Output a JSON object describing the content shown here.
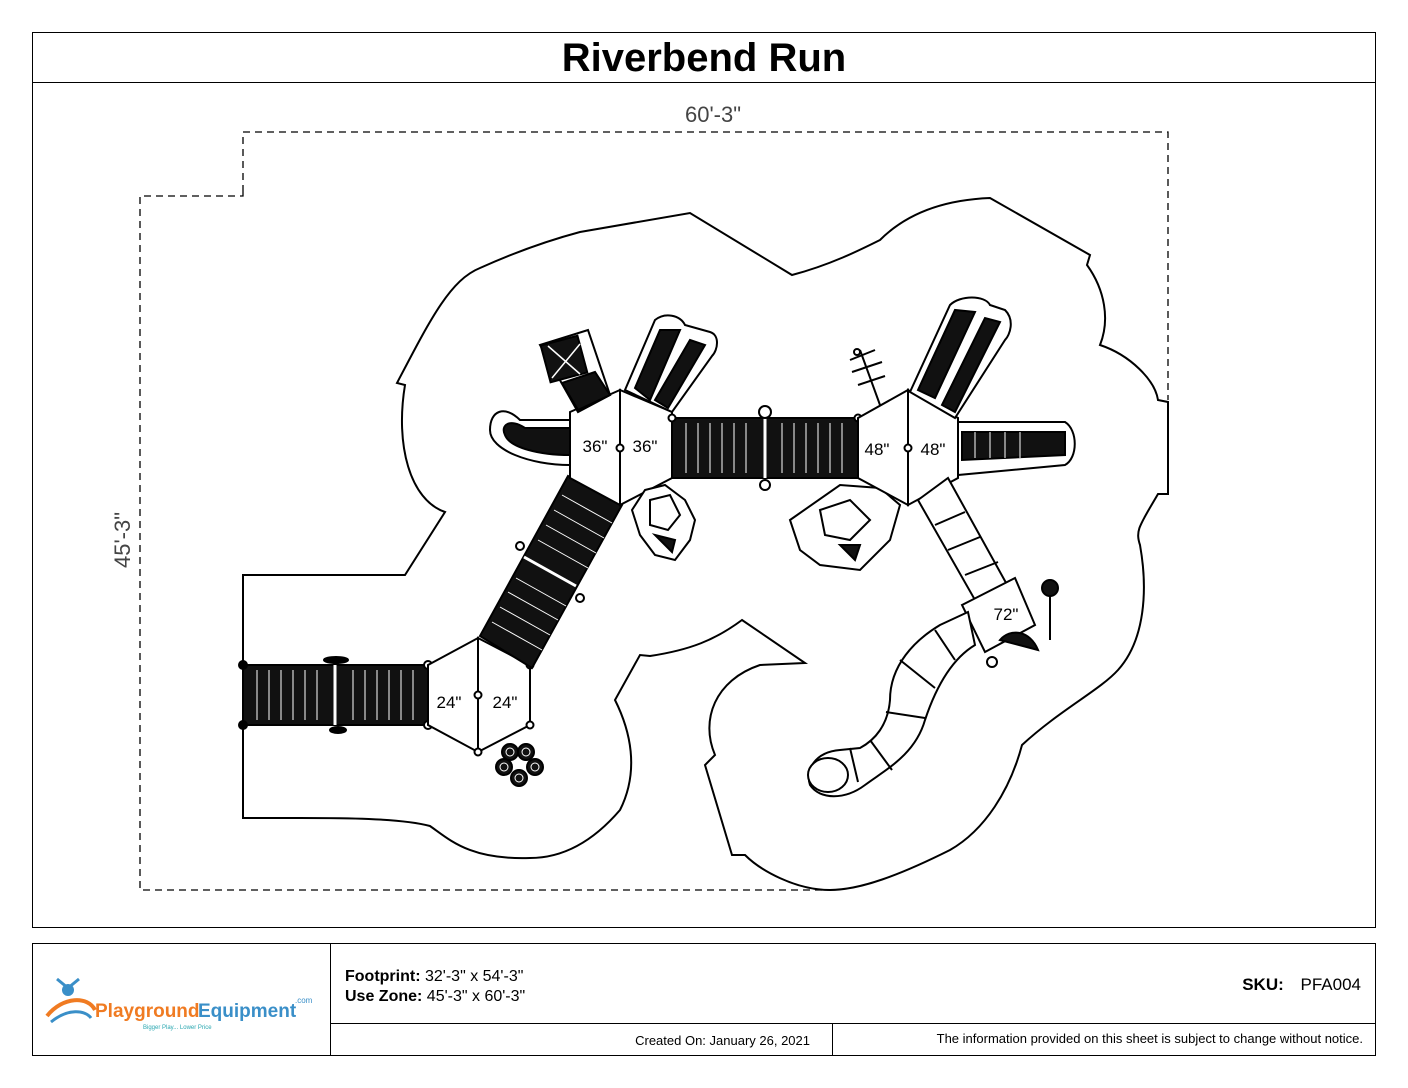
{
  "title": "Riverbend Run",
  "dimensions": {
    "width": "60'-3\"",
    "height": "45'-3\""
  },
  "decks": [
    "36\"",
    "36\"",
    "48\"",
    "48\"",
    "24\"",
    "24\"",
    "72\""
  ],
  "footer": {
    "footprint_label": "Footprint:",
    "footprint_value": "32'-3\" x 54'-3\"",
    "usezone_label": "Use Zone:",
    "usezone_value": "45'-3\" x 60'-3\"",
    "sku_label": "SKU:",
    "sku_value": "PFA004",
    "created": "Created On: January 26, 2021",
    "notice": "The information provided on this sheet is subject to change without notice."
  },
  "logo": {
    "brand": "PlaygroundEquipment",
    "brand_part1": "Playground",
    "brand_part2": "Equipment",
    "tld": ".com",
    "tagline": "Bigger Play... Lower Price",
    "colors": {
      "orange": "#f07b22",
      "blue": "#3a8fc8",
      "teal": "#2aa7b0"
    }
  }
}
